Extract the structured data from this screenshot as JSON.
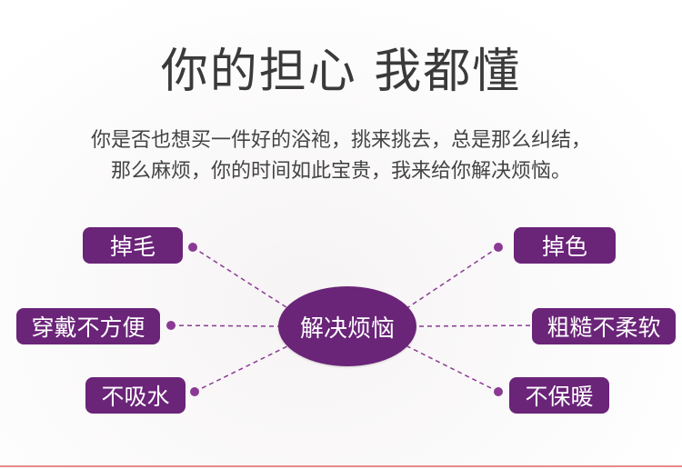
{
  "header": {
    "title": "你的担心 我都懂",
    "line1": "你是否也想买一件好的浴袍，挑来挑去，总是那么纠结，",
    "line2": "那么麻烦，你的时间如此宝贵，我来给你解决烦恼。"
  },
  "center": {
    "label": "解决烦恼"
  },
  "problems": {
    "left": [
      "掉毛",
      "穿戴不方便",
      "不吸水"
    ],
    "right": [
      "掉色",
      "粗糙不柔软",
      "不保暖"
    ]
  },
  "colors": {
    "accent": "#6a2478",
    "connector": "#8a3a94",
    "text": "#3a3a3a"
  }
}
